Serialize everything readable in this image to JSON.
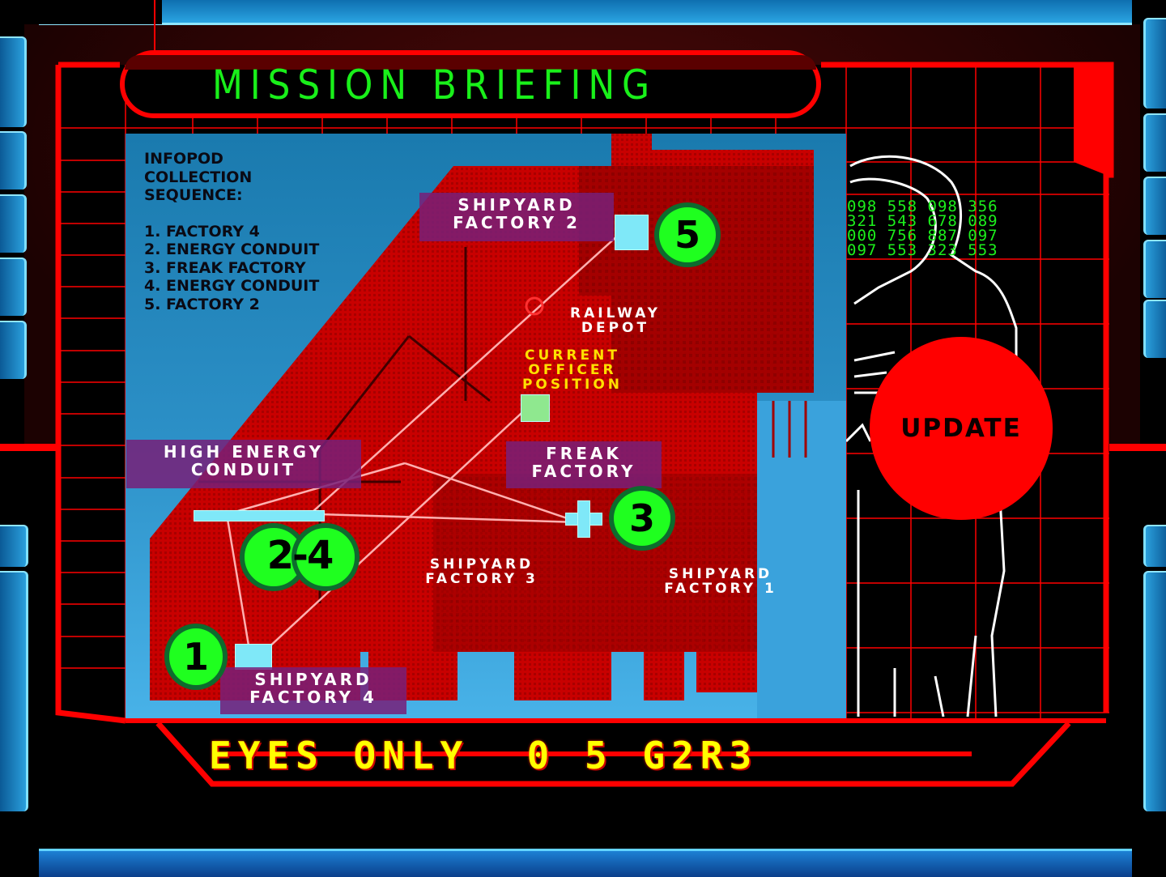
{
  "screen": {
    "title": "MISSION BRIEFING",
    "colors": {
      "frame_red": "#ff0000",
      "title_green": "#19f01a",
      "map_blue": "#2b8fc6",
      "marker_green": "#1fff1f",
      "label_purple": "#781e78",
      "footer_yellow": "#ffff00"
    }
  },
  "sequence": {
    "heading": [
      "INFOPOD",
      "COLLECTION",
      "SEQUENCE:"
    ],
    "items": [
      "1. FACTORY 4",
      "2. ENERGY CONDUIT",
      "3. FREAK FACTORY",
      "4. ENERGY CONDUIT",
      "5. FACTORY 2"
    ]
  },
  "map": {
    "labels": {
      "shipyard_factory_2": [
        "SHIPYARD",
        "FACTORY 2"
      ],
      "high_energy_conduit": [
        "HIGH ENERGY",
        "CONDUIT"
      ],
      "freak_factory": [
        "FREAK",
        "FACTORY"
      ],
      "shipyard_factory_4": [
        "SHIPYARD",
        "FACTORY 4"
      ],
      "railway_depot": [
        "RAILWAY",
        "DEPOT"
      ],
      "current_officer_position": [
        "CURRENT",
        "OFFICER",
        "POSITION"
      ],
      "shipyard_factory_3": [
        "SHIPYARD",
        "FACTORY 3"
      ],
      "shipyard_factory_1": [
        "SHIPYARD",
        "FACTORY 1"
      ]
    },
    "markers": {
      "m1": "1",
      "m24": "2-4",
      "m3": "3",
      "m5": "5"
    }
  },
  "side_panel": {
    "number_rows": [
      "098 558 098 356",
      "321 543 678 089",
      "000 756 887 097",
      "097 553 323 553"
    ],
    "update_label": "UPDATE"
  },
  "footer": {
    "text": "EYES ONLY  0 5 G2R3"
  }
}
